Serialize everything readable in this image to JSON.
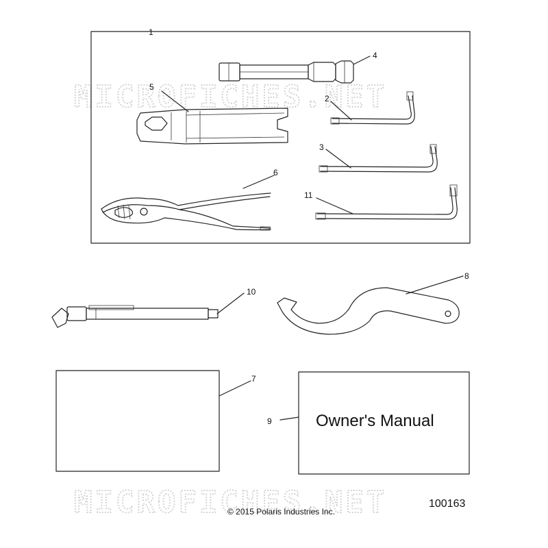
{
  "callouts": {
    "c1": "1",
    "c2": "2",
    "c3": "3",
    "c4": "4",
    "c5": "5",
    "c6": "6",
    "c7": "7",
    "c8": "8",
    "c9": "9",
    "c10": "10",
    "c11": "11"
  },
  "manual_label": "Owner's Manual",
  "watermark": "MICROFICHES.NET",
  "copyright": "© 2015 Polaris Industries Inc.",
  "diagram_code": "100163",
  "colors": {
    "line": "#222222",
    "watermark": "#d4d4d4",
    "background": "#ffffff"
  }
}
